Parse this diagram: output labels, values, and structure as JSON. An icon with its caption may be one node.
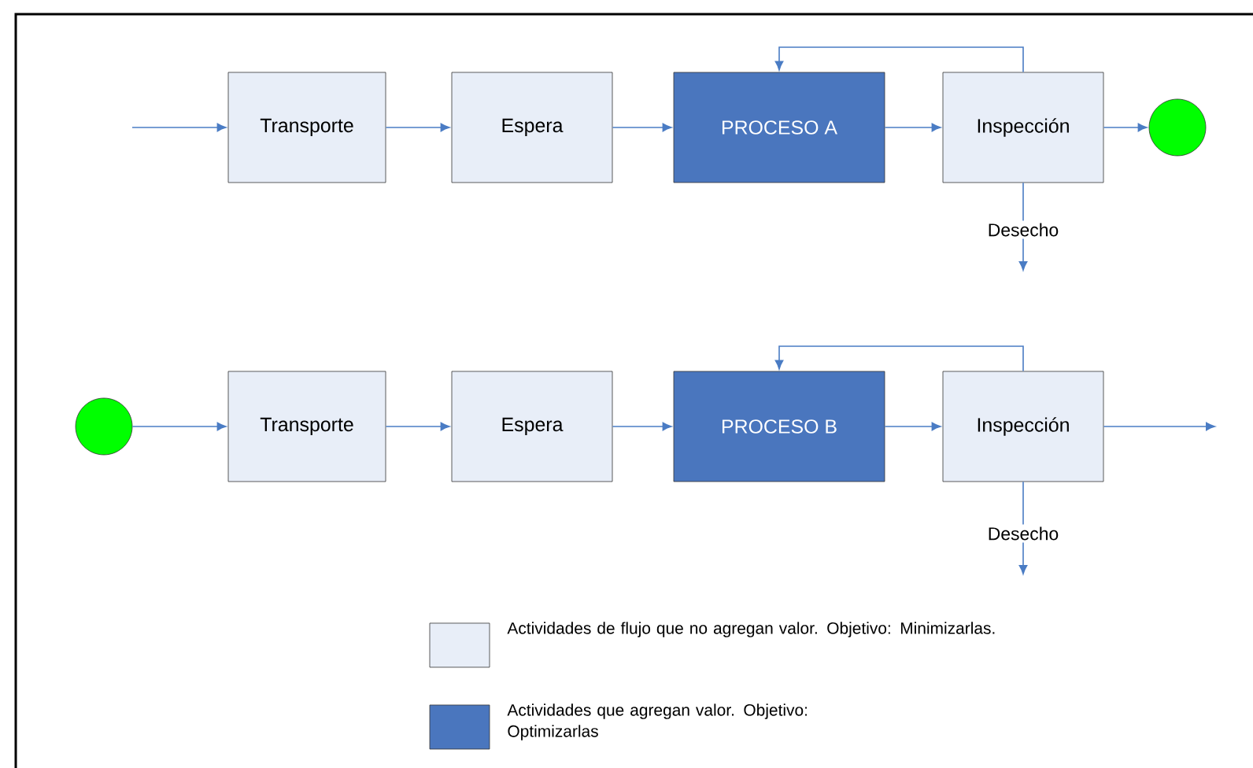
{
  "diagram": {
    "nodes": [
      {
        "text": [
          "Transporte"
        ]
      },
      {
        "text": [
          "Espera"
        ]
      },
      {
        "text": [
          "PROCESO A"
        ]
      },
      {
        "text": [
          "Inspección"
        ]
      },
      {
        "text": [],
        "shape": "circle"
      },
      {
        "text": [],
        "shape": "circle"
      },
      {
        "text": [
          "Transporte"
        ]
      },
      {
        "text": [
          "Espera"
        ]
      },
      {
        "text": [
          "PROCESO B"
        ]
      },
      {
        "text": [
          "Inspección"
        ]
      }
    ],
    "edges": [
      {
        "from": null,
        "to": 0,
        "arrow": "to"
      },
      {
        "from": 0,
        "to": 1,
        "arrow": "to"
      },
      {
        "from": 1,
        "to": 2,
        "arrow": "to"
      },
      {
        "from": 2,
        "to": 3,
        "arrow": "to"
      },
      {
        "from": 3,
        "to": 4,
        "arrow": "to"
      },
      {
        "from": 3,
        "to": 2,
        "arrow": "to"
      },
      {
        "from": 3,
        "to": null,
        "arrow": "to",
        "label": "Desecho"
      },
      {
        "from": 5,
        "to": 6,
        "arrow": "to"
      },
      {
        "from": 6,
        "to": 7,
        "arrow": "to"
      },
      {
        "from": 7,
        "to": 8,
        "arrow": "to"
      },
      {
        "from": 8,
        "to": 9,
        "arrow": "to"
      },
      {
        "from": 9,
        "to": 8,
        "arrow": "to"
      },
      {
        "from": 9,
        "to": null,
        "arrow": "to"
      },
      {
        "from": 9,
        "to": null,
        "arrow": "to",
        "label": "Desecho"
      }
    ],
    "legend": [
      {
        "text": "Actividades de flujo que no agregan valor. Objetivo: Minimizarlas.",
        "color": "#e8eef8"
      },
      {
        "text": "Actividades que agregan valor. Objetivo: Optimizarlas",
        "color": "#4a76be"
      }
    ]
  }
}
